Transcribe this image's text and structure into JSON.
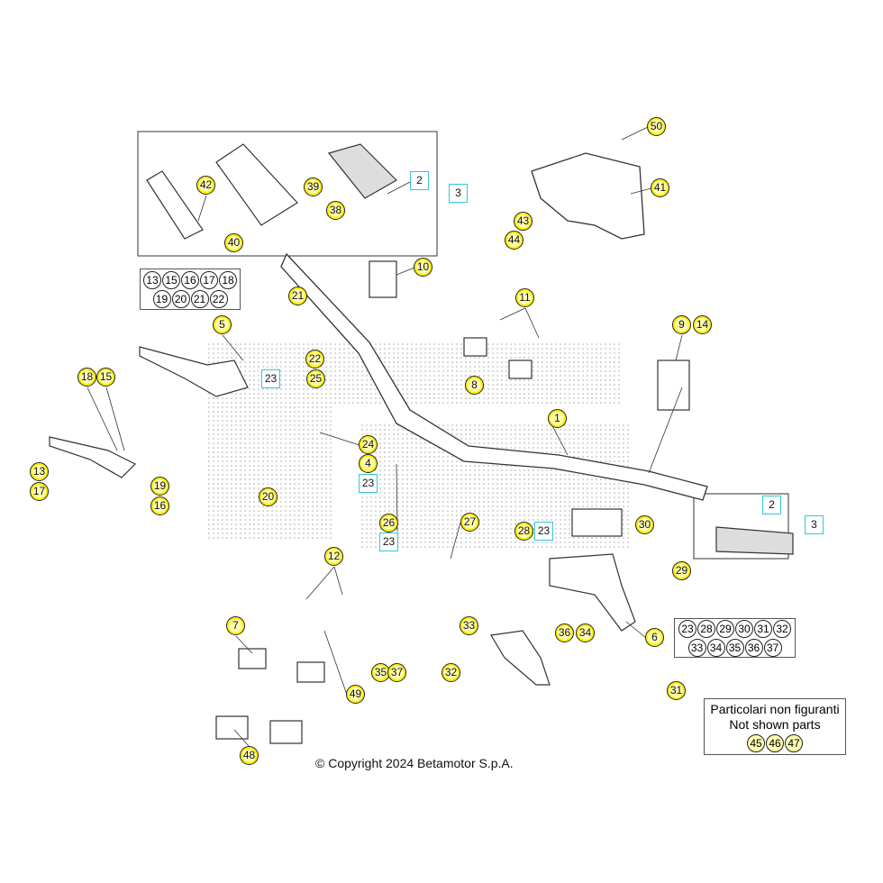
{
  "callouts": [
    {
      "label": "50",
      "style": "y"
    },
    {
      "label": "41",
      "style": "y"
    },
    {
      "label": "43",
      "style": "y"
    },
    {
      "label": "44",
      "style": "y"
    },
    {
      "label": "42",
      "style": "y"
    },
    {
      "label": "39",
      "style": "y"
    },
    {
      "label": "38",
      "style": "y"
    },
    {
      "label": "40",
      "style": "y"
    },
    {
      "label": "2",
      "style": "c"
    },
    {
      "label": "3",
      "style": "c"
    },
    {
      "label": "10",
      "style": "y"
    },
    {
      "label": "11",
      "style": "y"
    },
    {
      "label": "5",
      "style": "y"
    },
    {
      "label": "21",
      "style": "y"
    },
    {
      "label": "22",
      "style": "y"
    },
    {
      "label": "23",
      "style": "c"
    },
    {
      "label": "25",
      "style": "y"
    },
    {
      "label": "18",
      "style": "y"
    },
    {
      "label": "15",
      "style": "y"
    },
    {
      "label": "9",
      "style": "y"
    },
    {
      "label": "14",
      "style": "y"
    },
    {
      "label": "8",
      "style": "y"
    },
    {
      "label": "1",
      "style": "y"
    },
    {
      "label": "24",
      "style": "y"
    },
    {
      "label": "4",
      "style": "y"
    },
    {
      "label": "23",
      "style": "c"
    },
    {
      "label": "13",
      "style": "y"
    },
    {
      "label": "17",
      "style": "y"
    },
    {
      "label": "19",
      "style": "y"
    },
    {
      "label": "16",
      "style": "y"
    },
    {
      "label": "20",
      "style": "y"
    },
    {
      "label": "2",
      "style": "c"
    },
    {
      "label": "3",
      "style": "c"
    },
    {
      "label": "26",
      "style": "y"
    },
    {
      "label": "27",
      "style": "y"
    },
    {
      "label": "28",
      "style": "y"
    },
    {
      "label": "23",
      "style": "c"
    },
    {
      "label": "23",
      "style": "c"
    },
    {
      "label": "30",
      "style": "y"
    },
    {
      "label": "29",
      "style": "y"
    },
    {
      "label": "12",
      "style": "y"
    },
    {
      "label": "7",
      "style": "y"
    },
    {
      "label": "33",
      "style": "y"
    },
    {
      "label": "36",
      "style": "y"
    },
    {
      "label": "34",
      "style": "y"
    },
    {
      "label": "6",
      "style": "y"
    },
    {
      "label": "35",
      "style": "y"
    },
    {
      "label": "37",
      "style": "y"
    },
    {
      "label": "32",
      "style": "y"
    },
    {
      "label": "49",
      "style": "y"
    },
    {
      "label": "31",
      "style": "y"
    },
    {
      "label": "48",
      "style": "y"
    }
  ],
  "kit_left": {
    "rows": [
      [
        "13",
        "15",
        "16",
        "17",
        "18"
      ],
      [
        "19",
        "20",
        "21",
        "22"
      ]
    ]
  },
  "kit_right": {
    "rows": [
      [
        "23",
        "28",
        "29",
        "30",
        "31",
        "32"
      ],
      [
        "33",
        "34",
        "35",
        "36",
        "37"
      ]
    ]
  },
  "not_shown": {
    "title_it": "Particolari non figuranti",
    "title_en": "Not shown parts",
    "parts": [
      "45",
      "46",
      "47"
    ]
  },
  "copyright": "© Copyright 2024 Betamotor S.p.A."
}
